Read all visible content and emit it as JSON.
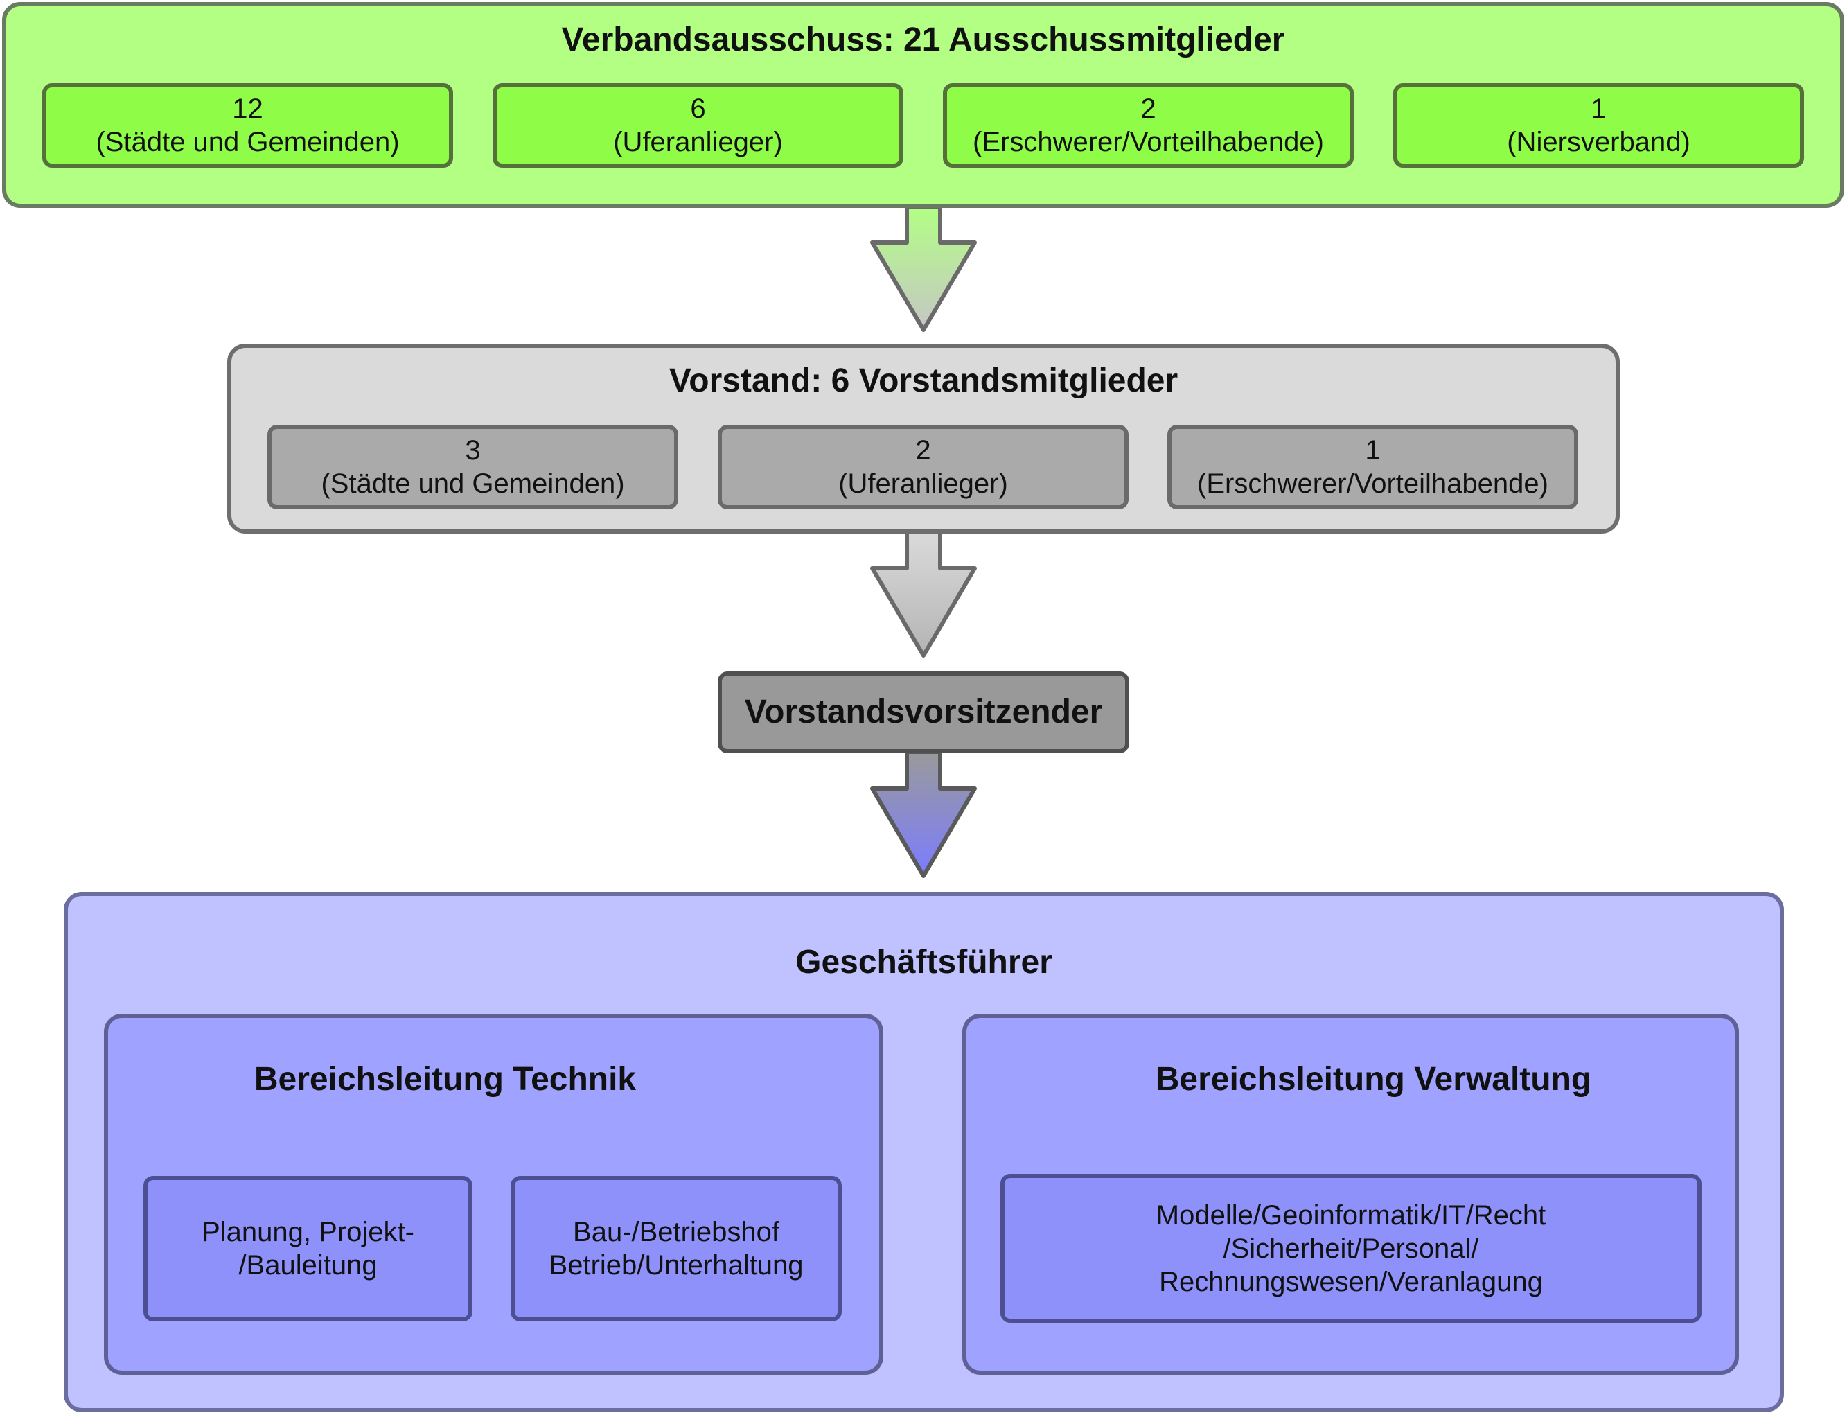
{
  "ausschuss": {
    "title": "Verbandsausschuss: 21 Ausschussmitglieder",
    "members": [
      {
        "count": "12",
        "label": "(Städte und Gemeinden)"
      },
      {
        "count": "6",
        "label": "(Uferanlieger)"
      },
      {
        "count": "2",
        "label": "(Erschwerer/Vorteilhabende)"
      },
      {
        "count": "1",
        "label": "(Niersverband)"
      }
    ]
  },
  "vorstand": {
    "title": "Vorstand: 6 Vorstandsmitglieder",
    "members": [
      {
        "count": "3",
        "label": "(Städte und Gemeinden)"
      },
      {
        "count": "2",
        "label": "(Uferanlieger)"
      },
      {
        "count": "1",
        "label": "(Erschwerer/Vorteilhabende)"
      }
    ]
  },
  "chair": {
    "title": "Vorstandsvorsitzender"
  },
  "geschaeftsfuehrer": {
    "title": "Geschäftsführer",
    "technik": {
      "title": "Bereichsleitung Technik",
      "units": [
        {
          "line1": "Planung, Projekt-",
          "line2": "/Bauleitung"
        },
        {
          "line1": "Bau-/Betriebshof",
          "line2": "Betrieb/Unterhaltung"
        }
      ]
    },
    "verwaltung": {
      "title": "Bereichsleitung Verwaltung",
      "unit": {
        "line1": "Modelle/Geoinformatik/IT/Recht",
        "line2": "/Sicherheit/Personal/",
        "line3": "Rechnungswesen/Veranlagung"
      }
    }
  },
  "colors": {
    "ausschuss_bg": "#b2ff84",
    "ausschuss_box": "#8ffd47",
    "vorstand_bg": "#dadada",
    "vorstand_box": "#aaaaaa",
    "chair_box": "#999999",
    "gf_bg": "#bfc2ff",
    "sub_bg": "#a0a2ff",
    "unit_box": "#8f91fb"
  }
}
